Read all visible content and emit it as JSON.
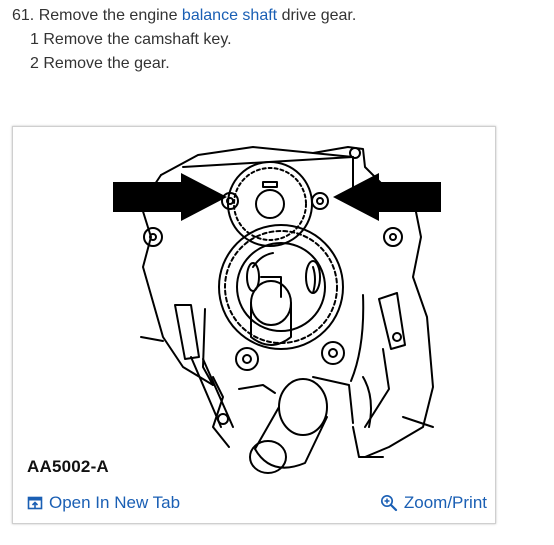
{
  "instructions": {
    "step_number": "61.",
    "step_prefix": "Remove the engine",
    "step_link": "balance shaft",
    "step_suffix": "drive gear.",
    "substeps": [
      {
        "num": "1",
        "text": "Remove the camshaft key."
      },
      {
        "num": "2",
        "text": "Remove the gear."
      }
    ]
  },
  "figure": {
    "caption": "AA5002-A",
    "open_tab_label": "Open In New Tab",
    "zoom_label": "Zoom/Print"
  },
  "icons": {
    "open_tab": "open-new-tab-icon",
    "zoom": "zoom-in-icon"
  },
  "colors": {
    "link": "#1a5fb4",
    "text": "#333333"
  }
}
